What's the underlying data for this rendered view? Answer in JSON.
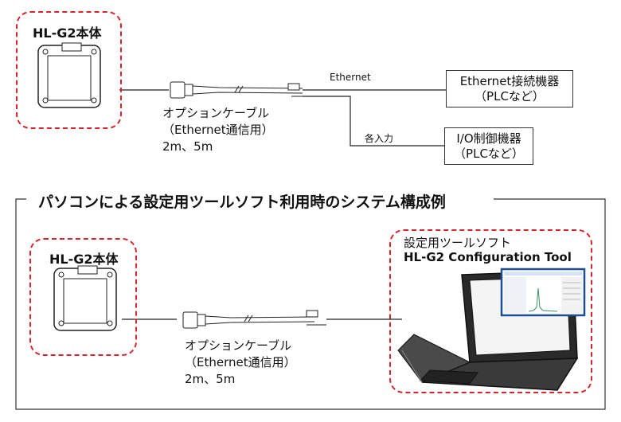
{
  "top": {
    "device_label": "HL-G2本体",
    "cable_label": [
      "オプションケーブル",
      "（Ethernet通信用）",
      "2m、5m"
    ],
    "ethernet_line_label": "Ethernet",
    "io_line_label": "各入力",
    "ethernet_device": [
      "Ethernet接続機器",
      "（PLCなど）"
    ],
    "io_device": [
      "I/O制御機器",
      "（PLCなど）"
    ]
  },
  "bottom": {
    "section_title": "パソコンによる設定用ツールソフト利用時のシステム構成例",
    "device_label": "HL-G2本体",
    "cable_label": [
      "オプションケーブル",
      "（Ethernet通信用）",
      "2m、5m"
    ],
    "tool_label_jp": "設定用ツールソフト",
    "tool_label_en": "HL-G2 Configuration Tool"
  },
  "colors": {
    "dashed_border": "#d9232d",
    "screen_frame": "#1d4f8f"
  }
}
